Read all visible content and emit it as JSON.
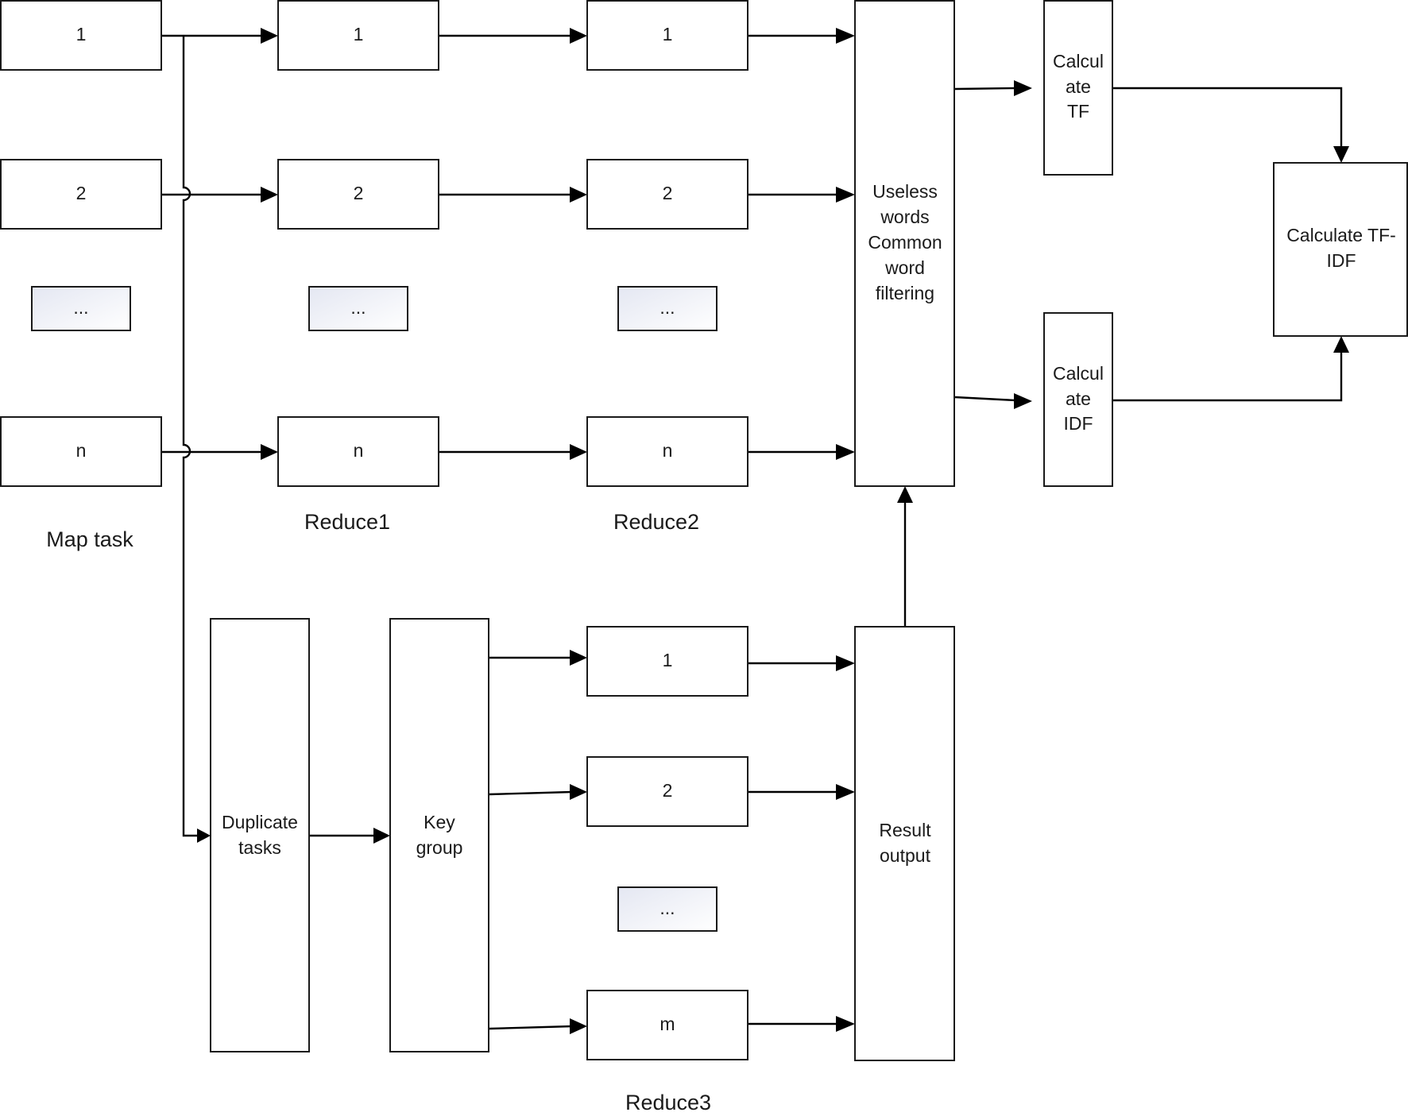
{
  "map_tasks": [
    "1",
    "2",
    "...",
    "n"
  ],
  "reduce1": [
    "1",
    "2",
    "...",
    "n"
  ],
  "reduce2": [
    "1",
    "2",
    "...",
    "n"
  ],
  "reduce3": [
    "1",
    "2",
    "...",
    "m"
  ],
  "filter_box": [
    "Useless",
    "words",
    "Common",
    "word",
    "filtering"
  ],
  "calc_tf": [
    "Calcul",
    "ate",
    "TF"
  ],
  "calc_idf": [
    "Calcul",
    "ate",
    "IDF"
  ],
  "calc_tfidf": [
    "Calculate TF-",
    "IDF"
  ],
  "duplicate_tasks": [
    "Duplicate",
    "tasks"
  ],
  "key_group": [
    "Key",
    "group"
  ],
  "result_output": [
    "Result",
    "output"
  ],
  "captions": {
    "map": "Map task",
    "reduce1": "Reduce1",
    "reduce2": "Reduce2",
    "reduce3": "Reduce3"
  },
  "colors": {
    "line": "#000000",
    "box_border": "#1a1a1a",
    "ellipsis_gradient_start": "#e4e7f2",
    "ellipsis_gradient_end": "#ffffff"
  }
}
